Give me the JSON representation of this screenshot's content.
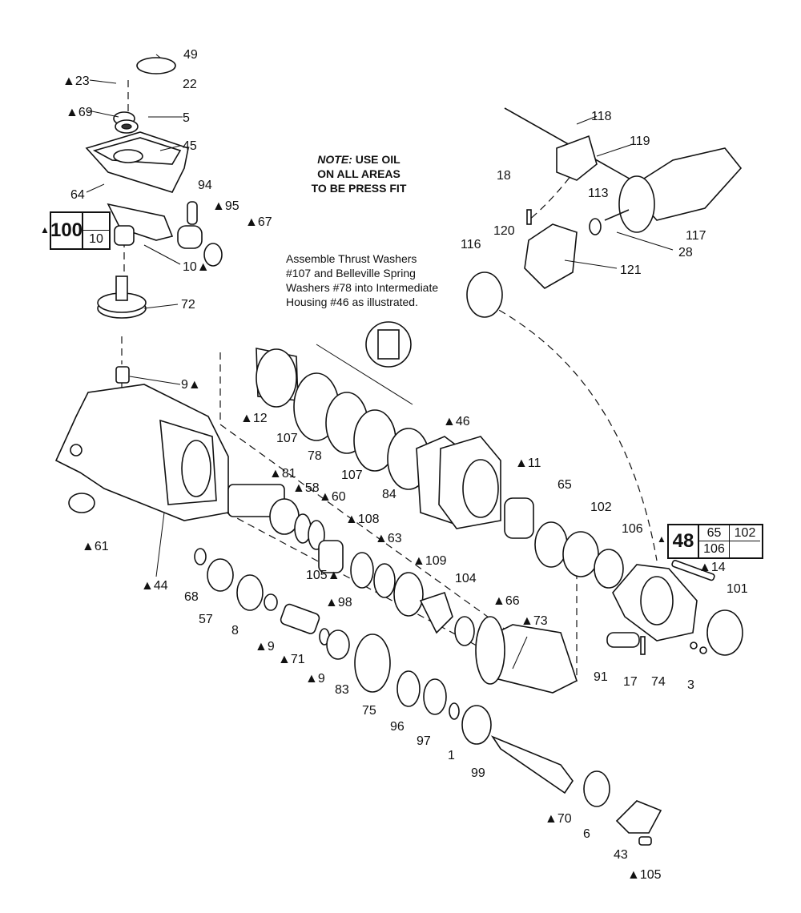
{
  "notes": {
    "oil_note_lead": "NOTE:",
    "oil_note_line1_rest": " USE OIL",
    "oil_note_line2": "ON ALL AREAS",
    "oil_note_line3": "TO BE PRESS FIT",
    "assembly_lines": [
      "Assemble Thrust Washers",
      "#107 and Belleville Spring",
      "Washers #78 into Intermediate",
      "Housing #46 as illustrated."
    ]
  },
  "kits": [
    {
      "id": "kit-100",
      "number": "100",
      "marker": "▲",
      "contents": [
        "10"
      ]
    },
    {
      "id": "kit-48",
      "number": "48",
      "marker": "▲",
      "contents": [
        "65",
        "102",
        "106",
        ""
      ]
    }
  ],
  "part_labels": [
    "▲23",
    "49",
    "22",
    "▲69",
    "5",
    "45",
    "64",
    "94",
    "▲95",
    "▲67",
    "10▲",
    "72",
    "9▲",
    "▲61",
    "▲44",
    "68",
    "57",
    "8",
    "▲9",
    "▲71",
    "▲9",
    "83",
    "75",
    "96",
    "97",
    "1",
    "99",
    "▲70",
    "6",
    "43",
    "▲105",
    "▲12",
    "107",
    "78",
    "107",
    "84",
    "▲46",
    "▲81",
    "▲58",
    "▲60",
    "105▲",
    "▲98",
    "▲108",
    "▲63",
    "▲109",
    "104",
    "▲66",
    "▲73",
    "▲11",
    "65",
    "102",
    "106",
    "▲14",
    "101",
    "91",
    "17",
    "74",
    "3",
    "118",
    "119",
    "18",
    "113",
    "117",
    "116",
    "120",
    "121",
    "28"
  ]
}
